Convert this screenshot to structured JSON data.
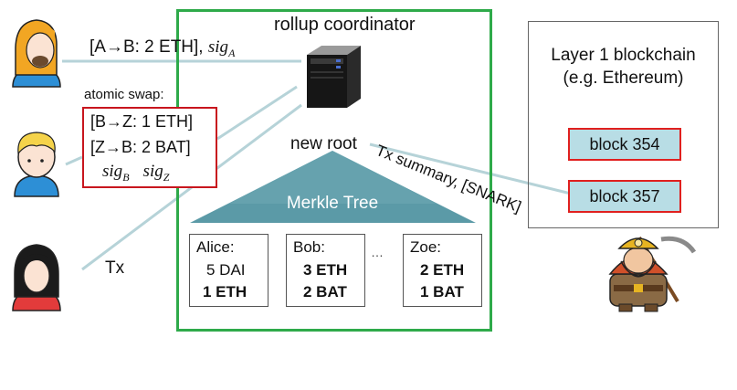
{
  "coordinator": {
    "title": "rollup coordinator"
  },
  "alice_tx": {
    "text": "[A→B:  2 ETH],",
    "sig_base": "sig",
    "sig_sub": "A"
  },
  "atomic_swap": {
    "label": "atomic swap:",
    "line1": "[B→Z:  1 ETH]",
    "line2": "[Z→B:  2 BAT]",
    "sig_base": "sig",
    "sig1_sub": "B",
    "sig2_sub": "Z"
  },
  "tx_label": "Tx",
  "new_root": "new root",
  "merkle_tree": {
    "title": "Merkle Tree",
    "accounts": [
      {
        "name": "Alice:",
        "line1": "5 DAI",
        "line2": "1 ETH"
      },
      {
        "name": "Bob:",
        "line1": "3 ETH",
        "line2": "2 BAT"
      },
      {
        "name": "Zoe:",
        "line1": "2 ETH",
        "line2": "1 BAT"
      }
    ],
    "ellipsis": "…"
  },
  "layer1": {
    "title_line1": "Layer 1 blockchain",
    "title_line2": "(e.g. Ethereum)",
    "blocks": [
      "block  354",
      "block  357"
    ]
  },
  "summary_label": "Tx summary, [SNARK]",
  "colors": {
    "coordinator_border": "#2eaa4a",
    "swap_border": "#c8161e",
    "block_fill": "#b8dde5",
    "block_border": "#e0201f",
    "arrow": "#b6d3d8",
    "merkle_fill": "#5b9aa7"
  }
}
